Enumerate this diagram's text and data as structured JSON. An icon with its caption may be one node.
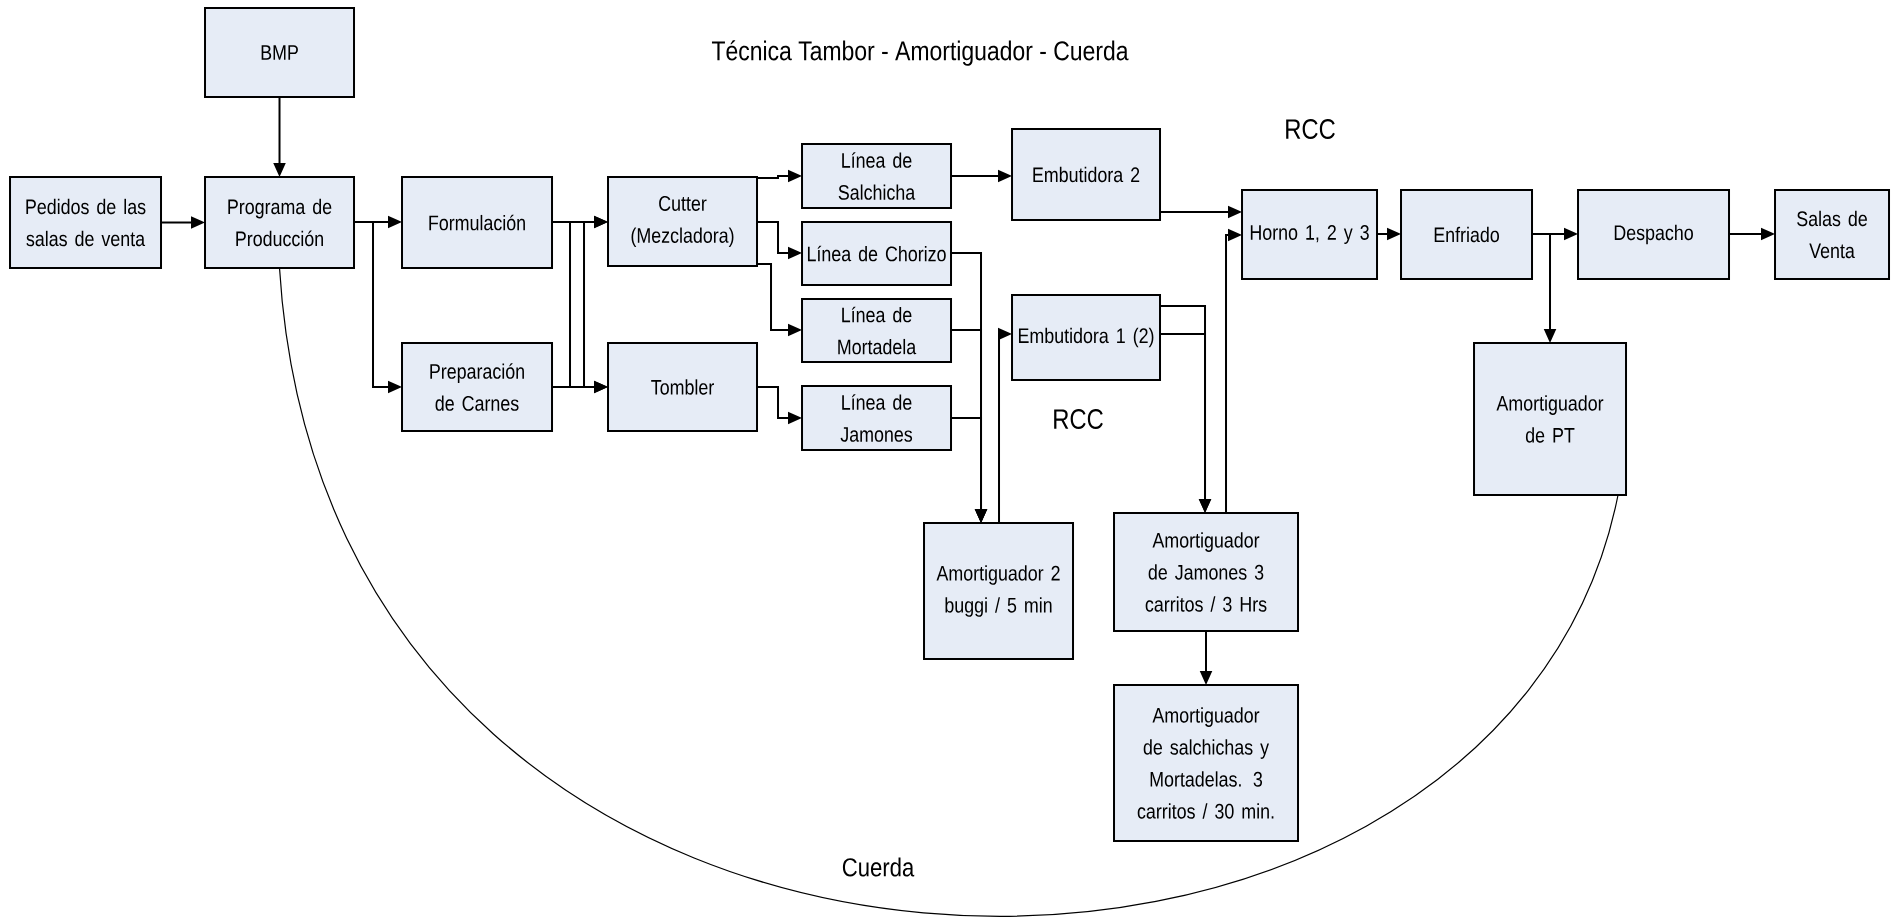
{
  "diagram": {
    "title": "Técnica Tambor - Amortiguador - Cuerda",
    "nodes": [
      {
        "text": [
          "BMP"
        ]
      },
      {
        "text": [
          "Pedidos de las salas de venta"
        ]
      },
      {
        "text": [
          "Programa de Producción"
        ]
      },
      {
        "text": [
          "Formulación"
        ]
      },
      {
        "text": [
          "Preparación de Carnes"
        ]
      },
      {
        "text": [
          "Cutter (Mezcladora)"
        ]
      },
      {
        "text": [
          "Tombler"
        ]
      },
      {
        "text": [
          "Línea de Salchicha"
        ]
      },
      {
        "text": [
          "Línea de Chorizo"
        ]
      },
      {
        "text": [
          "Línea de Mortadela"
        ]
      },
      {
        "text": [
          "Línea de Jamones"
        ]
      },
      {
        "text": [
          "Embutidora 2"
        ]
      },
      {
        "text": [
          "Embutidora 1 (2)"
        ]
      },
      {
        "text": [
          "Amortiguador 2 buggi / 5 min"
        ]
      },
      {
        "text": [
          "Amortiguador de Jamones 3 carritos / 3 Hrs"
        ]
      },
      {
        "text": [
          "Amortiguador de salchichas y Mortadelas. 3 carritos / 30 min."
        ]
      },
      {
        "text": [
          "Horno 1, 2 y 3"
        ]
      },
      {
        "text": [
          "Enfriado"
        ]
      },
      {
        "text": [
          "Despacho"
        ]
      },
      {
        "text": [
          "Salas de Venta"
        ]
      },
      {
        "text": [
          "Amortiguador de PT"
        ]
      }
    ],
    "edges": [
      {
        "from": 0,
        "to": 2,
        "arrow": "to"
      },
      {
        "from": 1,
        "to": 2,
        "arrow": "to"
      },
      {
        "from": 2,
        "to": 3,
        "arrow": "to"
      },
      {
        "from": 2,
        "to": 4,
        "arrow": "to"
      },
      {
        "from": 3,
        "to": 5,
        "arrow": "to"
      },
      {
        "from": 3,
        "to": 6,
        "arrow": "to"
      },
      {
        "from": 4,
        "to": 5,
        "arrow": "to"
      },
      {
        "from": 4,
        "to": 6,
        "arrow": "to"
      },
      {
        "from": 5,
        "to": 7,
        "arrow": "to"
      },
      {
        "from": 5,
        "to": 8,
        "arrow": "to"
      },
      {
        "from": 5,
        "to": 9,
        "arrow": "to"
      },
      {
        "from": 6,
        "to": 10,
        "arrow": "to"
      },
      {
        "from": 7,
        "to": 11,
        "arrow": "to"
      },
      {
        "from": 8,
        "to": 13,
        "arrow": "to"
      },
      {
        "from": 9,
        "to": 13,
        "arrow": "to"
      },
      {
        "from": 10,
        "to": 13,
        "arrow": "to"
      },
      {
        "from": 13,
        "to": 12,
        "arrow": "to"
      },
      {
        "from": 12,
        "to": 14,
        "arrow": "to"
      },
      {
        "from": 12,
        "to": 14,
        "arrow": "to"
      },
      {
        "from": 14,
        "to": 16,
        "arrow": "to"
      },
      {
        "from": 11,
        "to": 16,
        "arrow": "to"
      },
      {
        "from": 14,
        "to": 15,
        "arrow": "to"
      },
      {
        "from": 16,
        "to": 17,
        "arrow": "to"
      },
      {
        "from": 17,
        "to": 18,
        "arrow": "to"
      },
      {
        "from": 17,
        "to": 20,
        "arrow": "to"
      },
      {
        "from": 18,
        "to": 19,
        "arrow": "to"
      },
      {
        "from": 2,
        "to": 20,
        "arrow": "none",
        "label": "Cuerda"
      }
    ],
    "labels": [
      "RCC",
      "RCC"
    ]
  }
}
